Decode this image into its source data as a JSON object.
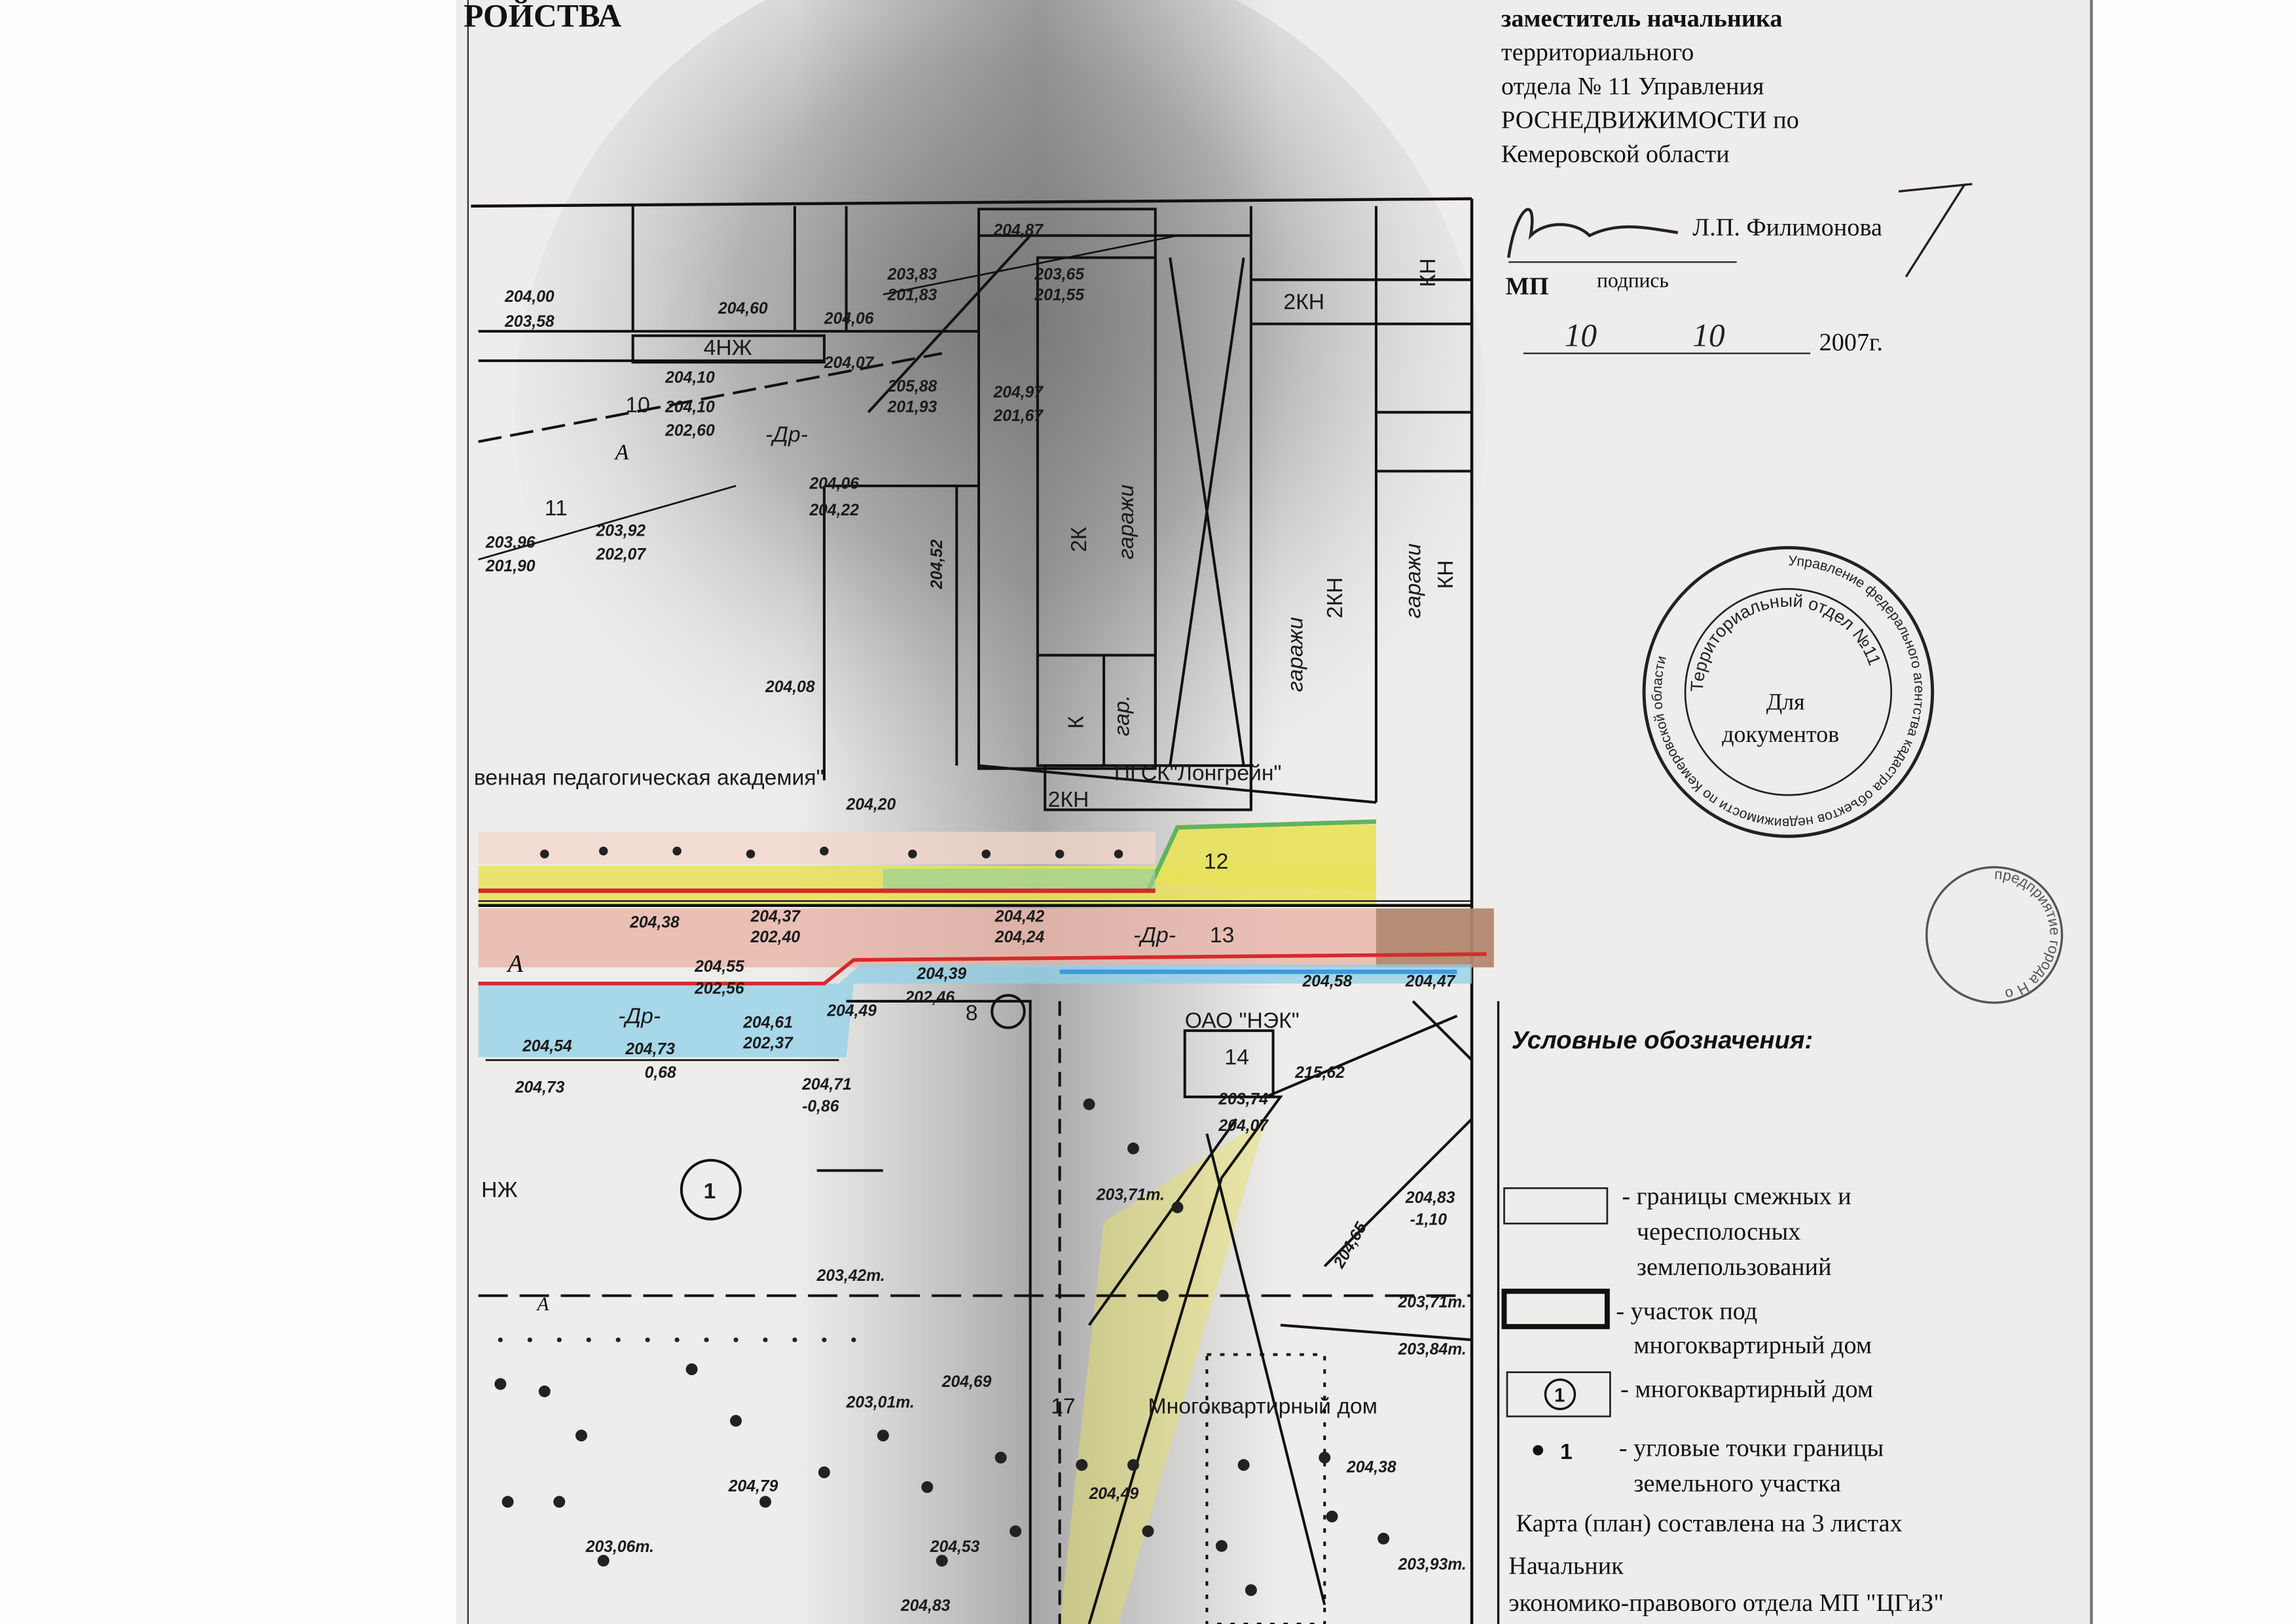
{
  "document": {
    "title_fragment": "РОЙСТВА",
    "approval": {
      "lines": [
        "заместитель начальника",
        "территориального",
        "отдела № 11 Управления",
        "РОСНЕДВИЖИМОСТИ по",
        "Кемеровской области"
      ],
      "signer": "Л.П. Филимонова",
      "signature_caption": "подпись",
      "seal_mark": "МП",
      "date_day": "10",
      "date_month": "10",
      "date_year": "2007г."
    },
    "stamp": {
      "outer_text": "Управление федерального агентства кадастра объектов недвижимости по Кемеровской области",
      "inner_text": "Территориальный отдел №11",
      "center_text": [
        "Для",
        "документов"
      ]
    },
    "legend": {
      "title": "Условные обозначения:",
      "items": [
        {
          "symbol": "thin-rect",
          "text": [
            "- границы смежных и",
            "чересполосных",
            "землепользований"
          ]
        },
        {
          "symbol": "thick-rect",
          "text": [
            "- участок под",
            "многоквартирный дом"
          ]
        },
        {
          "symbol": "circled-number",
          "symbol_text": "1",
          "text": [
            "- многоквартирный дом"
          ]
        },
        {
          "symbol": "dot-number",
          "symbol_text": "1",
          "text": [
            "- угловые точки границы",
            "земельного участка"
          ]
        }
      ]
    },
    "sheets_note": "Карта (план) составлена на 3 листах",
    "footer": [
      "Начальник",
      "экономико-правового отдела МП \"ЦГиЗ\""
    ],
    "bottom_stamp_text": "предприятие города Н о"
  },
  "map": {
    "labels": {
      "academy": "венная педагогическая академия\"",
      "pgsk": "ПГСК\"Лонгрейн\"",
      "garages": "гаражи",
      "garage_short": "гар.",
      "nek": "ОАО \"НЭК\"",
      "apartment_house": "Многоквартирный дом",
      "a": "А",
      "k2": "2К",
      "kn": "КН",
      "kn2": "2КН",
      "k": "К",
      "njn4": "4НЖ",
      "nzh": "НЖ",
      "dr": "-Др-",
      "house_number": "1",
      "parcel_12": "12",
      "parcel_13": "13",
      "parcel_14": "14",
      "point_17": "17",
      "point_8": "8",
      "point_10": "10",
      "point_11": "11"
    },
    "elevations": [
      "204,00",
      "203,58",
      "204,60",
      "204,06",
      "204,07",
      "204,10",
      "204,10",
      "202,60",
      "204,06",
      "204,22",
      "203,96",
      "201,90",
      "203,92",
      "202,07",
      "204,52",
      "204,08",
      "204,20",
      "204,38",
      "204,37",
      "202,40",
      "204,42",
      "204,24",
      "204,55",
      "202,56",
      "204,39",
      "202,46",
      "204,49",
      "204,61",
      "202,37",
      "204,54",
      "204,73",
      "0,68",
      "204,73",
      "204,71",
      "-0,86",
      "204,58",
      "204,47",
      "215,62",
      "203,74",
      "204,07",
      "203,71т.",
      "203,42т.",
      "203,01т.",
      "204,69",
      "204,83",
      "-1,10",
      "204,65",
      "203,71т.",
      "203,84т.",
      "204,79",
      "204,49",
      "204,38",
      "203,06т.",
      "204,53",
      "204,83",
      "203,93т.",
      "203,83",
      "201,83",
      "203,65",
      "201,55",
      "204,87",
      "205,88",
      "201,93",
      "204,97",
      "201,67"
    ],
    "colors": {
      "yellow": "#e8e25a",
      "red": "#d62a2a",
      "pink": "#e8b4a8",
      "blue": "#8fd0e8",
      "green": "#5fb35f",
      "brown": "#a0785a"
    }
  }
}
